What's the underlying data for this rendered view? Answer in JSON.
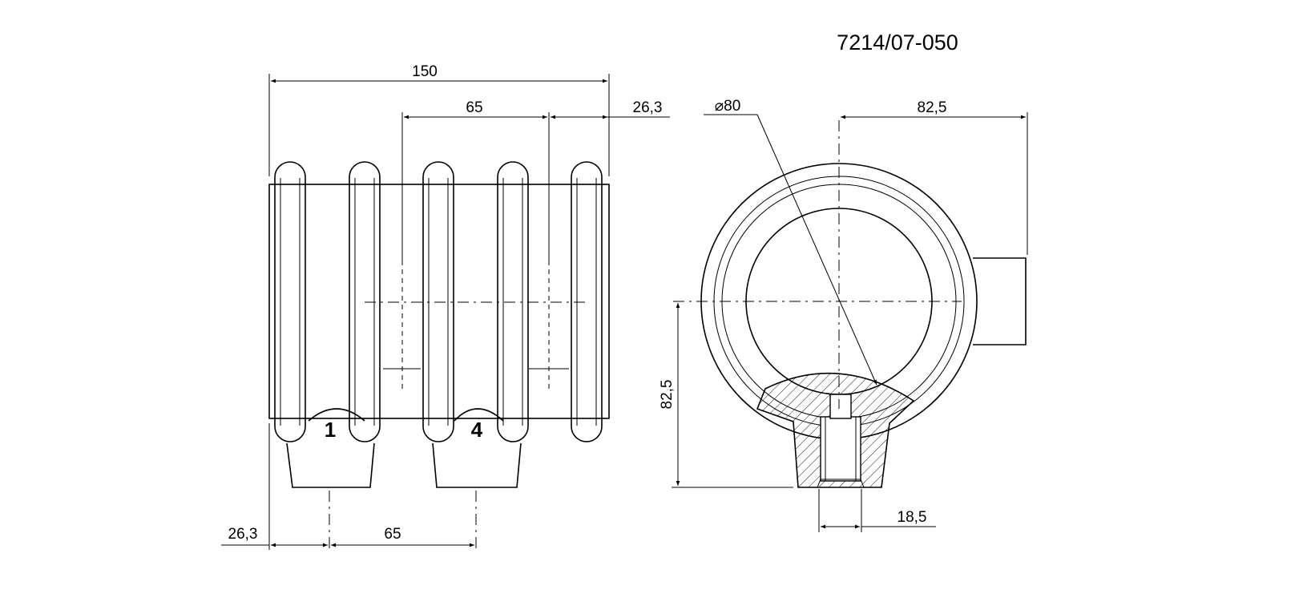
{
  "drawing": {
    "part_number": "7214/07-050",
    "side_view": {
      "dim_overall_length": "150",
      "dim_spacing_top": "65",
      "dim_offset_top": "26,3",
      "dim_offset_bottom": "26,3",
      "dim_spacing_bottom": "65",
      "ring_marker_1": "1",
      "ring_marker_2": "4"
    },
    "end_view": {
      "dim_diameter": "⌀80",
      "dim_horizontal_offset": "82,5",
      "dim_vertical_offset": "82,5",
      "dim_thread_width": "18,5"
    }
  }
}
